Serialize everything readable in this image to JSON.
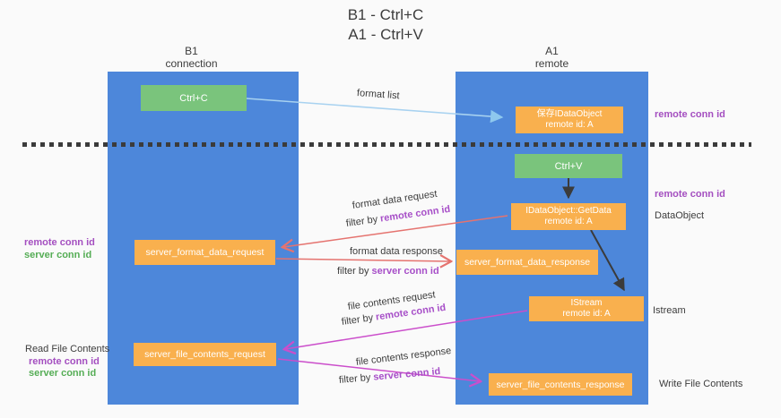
{
  "title": {
    "line1": "B1 - Ctrl+C",
    "line2": "A1 - Ctrl+V"
  },
  "columns": {
    "left": {
      "name": "B1",
      "subtitle": "connection"
    },
    "right": {
      "name": "A1",
      "subtitle": "remote"
    }
  },
  "nodes": {
    "ctrl_c": "Ctrl+C",
    "save_idataobject": {
      "line1": "保存IDataObject",
      "line2": "remote id: A"
    },
    "ctrl_v": "Ctrl+V",
    "getdata": {
      "line1": "IDataObject::GetData",
      "line2": "remote id: A"
    },
    "server_format_data_request": "server_format_data_request",
    "server_format_data_response": "server_format_data_response",
    "istream": {
      "line1": "IStream",
      "line2": "remote id: A"
    },
    "server_file_contents_request": "server_file_contents_request",
    "server_file_contents_response": "server_file_contents_response"
  },
  "side_labels": {
    "remote_conn_id_top_right": "remote conn id",
    "remote_conn_id_mid_right": "remote conn id",
    "dataobject": "DataObject",
    "istream": "Istream",
    "write_file_contents": "Write File Contents",
    "remote_conn_id_left_1": "remote conn id",
    "server_conn_id_left_1": "server conn id",
    "read_file_contents": "Read File Contents",
    "remote_conn_id_left_2": "remote conn id",
    "server_conn_id_left_2": "server conn id"
  },
  "edge_labels": {
    "format_list": "format list",
    "format_data_request": "format data request",
    "format_data_response": "format data response",
    "file_contents_request": "file contents request",
    "file_contents_response": "file contents response",
    "filter_by": "filter by",
    "remote_conn_id": "remote conn id",
    "server_conn_id": "server conn id"
  },
  "colors": {
    "lifeline_blue": "#4d87da",
    "node_green": "#7ac47c",
    "node_orange": "#f9b04e",
    "arrow_light_blue": "#a8d2f0",
    "arrow_red": "#e5736f",
    "arrow_magenta": "#cb4ecb",
    "arrow_black": "#3b3b3b",
    "text_purple": "#a44fc0",
    "text_green": "#55ad55",
    "background": "#fafafa"
  }
}
